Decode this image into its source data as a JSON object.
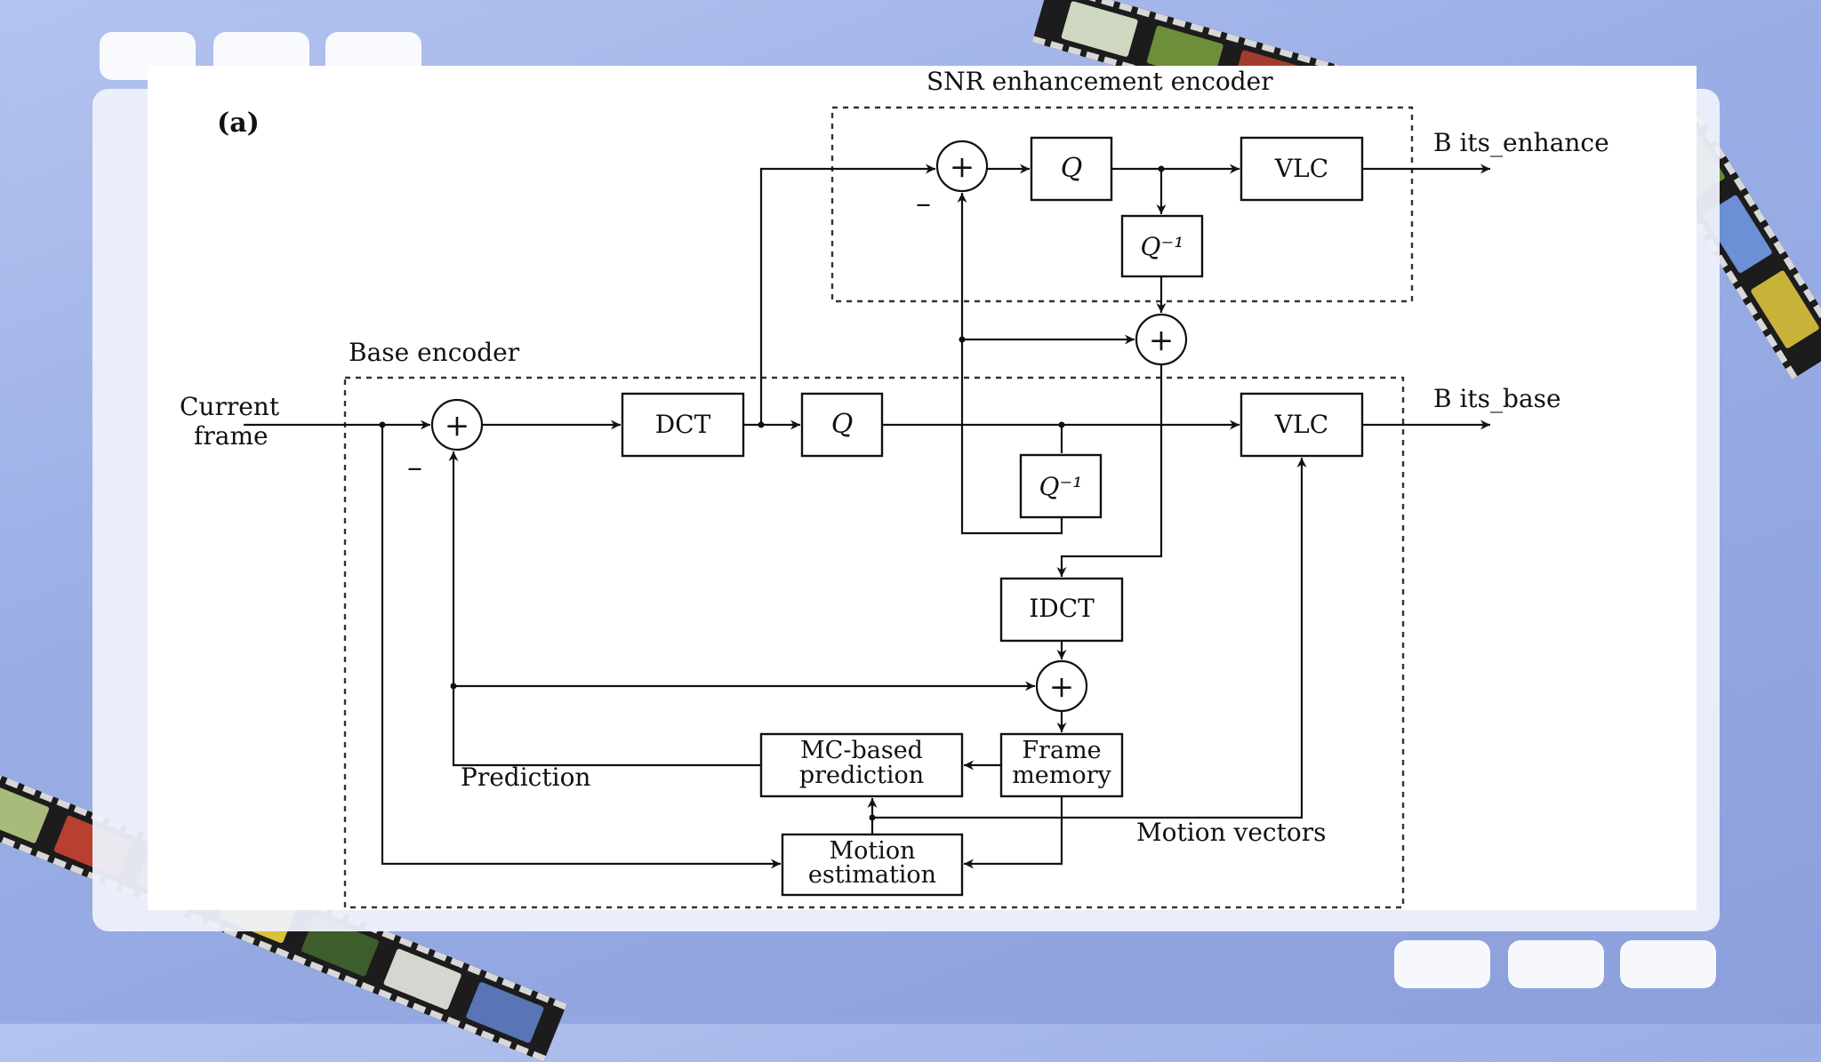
{
  "panel_label": "(a)",
  "groups": {
    "snr": "SNR enhancement encoder",
    "base": "Base encoder"
  },
  "blocks": {
    "q_enh": "Q",
    "qinv_enh": "Q⁻¹",
    "vlc_enh": "VLC",
    "dct": "DCT",
    "q_base": "Q",
    "vlc_base": "VLC",
    "qinv_base": "Q⁻¹",
    "idct": "IDCT",
    "mc_line1": "MC-based",
    "mc_line2": "prediction",
    "fm_line1": "Frame",
    "fm_line2": "memory",
    "me_line1": "Motion",
    "me_line2": "estimation"
  },
  "labels": {
    "input_line1": "Current",
    "input_line2": "frame",
    "bits_enhance": "B its_enhance",
    "bits_base": "B its_base",
    "prediction": "Prediction",
    "motion_vectors": "Motion vectors",
    "minus": "–",
    "plus": "+"
  },
  "colors": {
    "background": "#9aaee6",
    "panel": "#ffffff",
    "ink": "#111111"
  }
}
